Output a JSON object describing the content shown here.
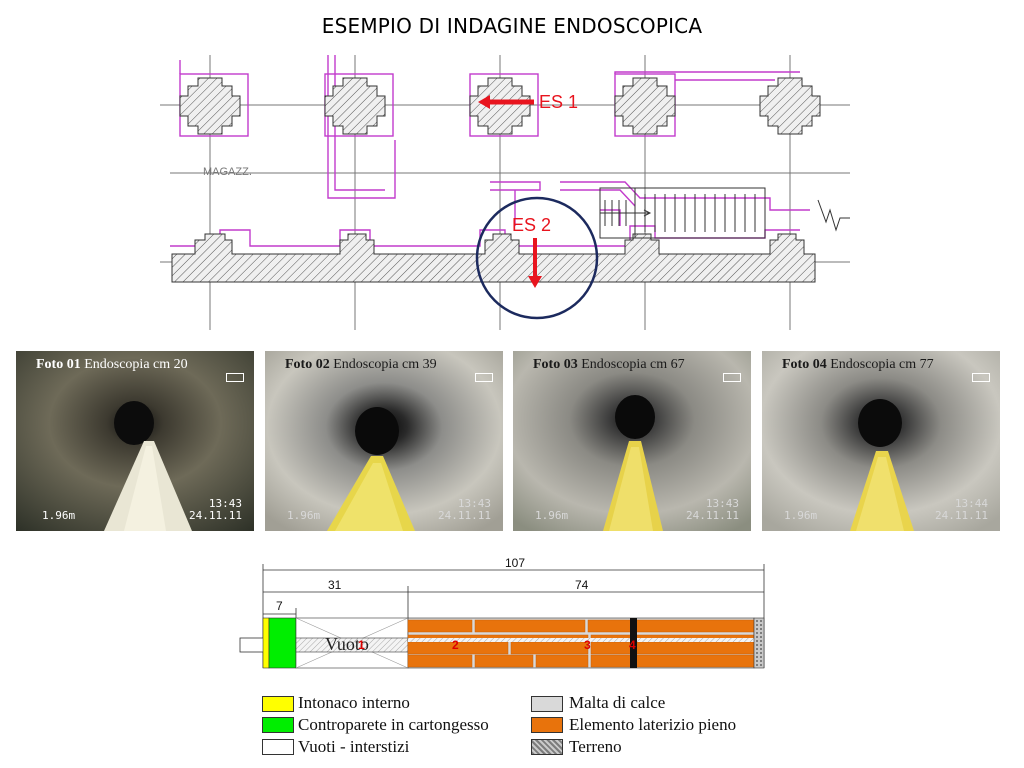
{
  "title": "ESEMPIO DI INDAGINE ENDOSCOPICA",
  "plan": {
    "label_es1": "ES 1",
    "label_es2": "ES 2",
    "room_label": "MAGAZZ.",
    "accent_red": "#e8141e",
    "circle_color": "#1c2a5e",
    "magenta": "#c23bcc"
  },
  "photos": [
    {
      "id": "Foto 01",
      "text": "Endoscopia cm 20",
      "scale": "1.96m",
      "time": "13:43",
      "date": "24.11.11"
    },
    {
      "id": "Foto 02",
      "text": "Endoscopia cm 39",
      "scale": "1.96m",
      "time": "13:43",
      "date": "24.11.11"
    },
    {
      "id": "Foto 03",
      "text": "Endoscopia cm 67",
      "scale": "1.96m",
      "time": "13:43",
      "date": "24.11.11"
    },
    {
      "id": "Foto 04",
      "text": "Endoscopia cm 77",
      "scale": "1.96m",
      "time": "13:44",
      "date": "24.11.11"
    }
  ],
  "section": {
    "total": "107",
    "dim_a": "31",
    "dim_b": "74",
    "dim_c": "7",
    "void_label": "Vuoto",
    "markers": [
      "1",
      "2",
      "3",
      "4"
    ]
  },
  "legend": {
    "left": [
      {
        "label": "Intonaco interno",
        "color": "#ffff00"
      },
      {
        "label": "Controparete in cartongesso",
        "color": "#00ee00"
      },
      {
        "label": "Vuoti - interstizi",
        "color": "#ffffff"
      }
    ],
    "right": [
      {
        "label": "Malta di calce",
        "color": "#d9d9d9"
      },
      {
        "label": "Elemento laterizio pieno",
        "color": "#e8730c"
      },
      {
        "label": "Terreno",
        "color": "#bfbfbf"
      }
    ]
  }
}
